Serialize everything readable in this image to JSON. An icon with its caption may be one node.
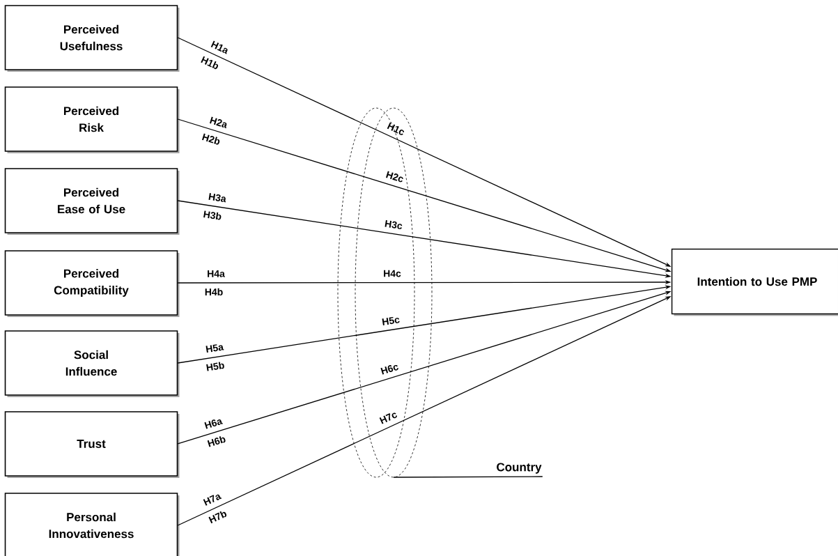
{
  "diagram": {
    "nodes": [
      {
        "text": [
          "Perceived Usefulness"
        ]
      },
      {
        "text": [
          "Perceived Risk"
        ]
      },
      {
        "text": [
          "Perceived Ease of Use"
        ]
      },
      {
        "text": [
          "Perceived Compatibility"
        ]
      },
      {
        "text": [
          "Social Influence"
        ]
      },
      {
        "text": [
          "Trust"
        ]
      },
      {
        "text": [
          "Personal Innovativeness"
        ]
      },
      {
        "text": [
          "Intention to Use PMP"
        ]
      },
      {
        "text": [
          "Country"
        ]
      }
    ],
    "edges": [
      {
        "from": 0,
        "to": 7,
        "arrow": "to"
      },
      {
        "from": 1,
        "to": 7,
        "arrow": "to"
      },
      {
        "from": 2,
        "to": 7,
        "arrow": "to"
      },
      {
        "from": 3,
        "to": 7,
        "arrow": "to"
      },
      {
        "from": 4,
        "to": 7,
        "arrow": "to"
      },
      {
        "from": 5,
        "to": 7,
        "arrow": "to"
      },
      {
        "from": 6,
        "to": 7,
        "arrow": "to"
      },
      {
        "from": 8,
        "to": null,
        "arrow": "none"
      }
    ],
    "labels": [
      "H1a",
      "H1b",
      "H1c",
      "H2a",
      "H2b",
      "H2c",
      "H3a",
      "H3b",
      "H3c",
      "H4a",
      "H4b",
      "H4c",
      "H5a",
      "H5b",
      "H5c",
      "H6a",
      "H6b",
      "H6c",
      "H7a",
      "H7b",
      "H7c"
    ]
  }
}
